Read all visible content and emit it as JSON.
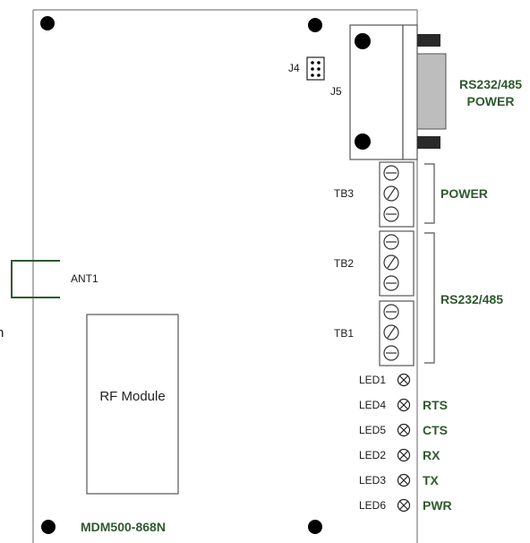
{
  "board": {
    "title": "MDM500-868N",
    "rf_module_label": "RF Module",
    "antenna_label": "ANT1",
    "stray_glyph": "n"
  },
  "connectors": {
    "j4_label": "J4",
    "j5_label": "J5",
    "j5_function": [
      "RS232/485",
      "POWER"
    ],
    "tb3_label": "TB3",
    "tb2_label": "TB2",
    "tb1_label": "TB1",
    "tb3_function": "POWER",
    "tb12_function": "RS232/485"
  },
  "leds": [
    {
      "name": "LED1",
      "function": ""
    },
    {
      "name": "LED4",
      "function": "RTS"
    },
    {
      "name": "LED5",
      "function": "CTS"
    },
    {
      "name": "LED2",
      "function": "RX"
    },
    {
      "name": "LED3",
      "function": "TX"
    },
    {
      "name": "LED6",
      "function": "PWR"
    }
  ],
  "colors": {
    "outline": "#555555",
    "function_text": "#2e5a2e",
    "antenna": "#2e5a2e",
    "connector_fill": "#bdbdbd"
  }
}
